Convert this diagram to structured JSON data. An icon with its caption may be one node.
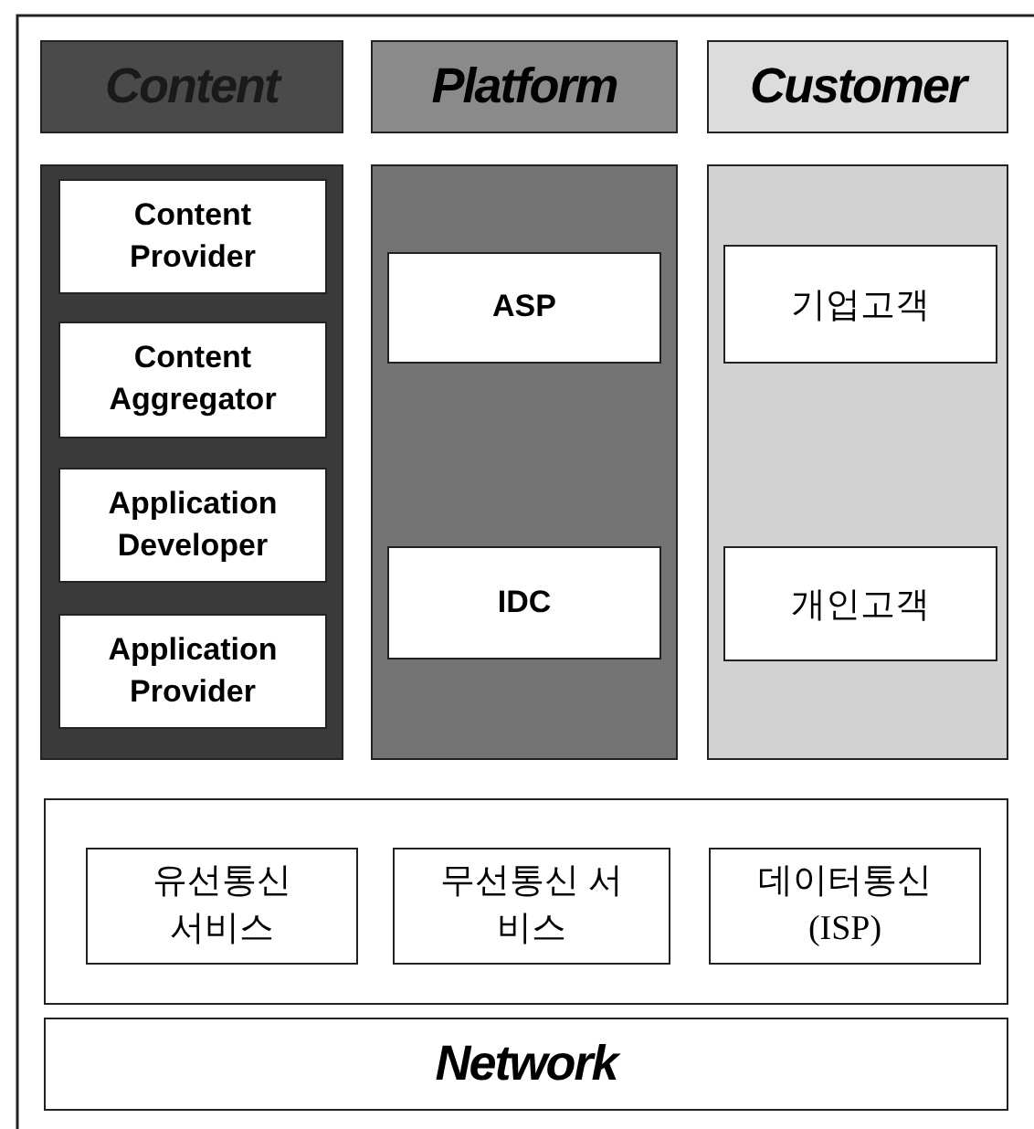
{
  "diagram": {
    "nodes": [
      {
        "text": [
          "Content"
        ]
      },
      {
        "text": [
          "Platform"
        ]
      },
      {
        "text": [
          "Customer"
        ]
      },
      {
        "text": [],
        "shape": "box"
      },
      {
        "text": [
          "Content Provider"
        ],
        "in": 3
      },
      {
        "text": [
          "Content Aggregator"
        ],
        "in": 3
      },
      {
        "text": [
          "Application Developer"
        ],
        "in": 3
      },
      {
        "text": [
          "Application Provider"
        ],
        "in": 3
      },
      {
        "text": [],
        "shape": "box"
      },
      {
        "text": [
          "ASP"
        ],
        "in": 8
      },
      {
        "text": [
          "IDC"
        ],
        "in": 8
      },
      {
        "text": [],
        "shape": "box"
      },
      {
        "text": [
          "기업고객"
        ],
        "in": 11
      },
      {
        "text": [
          "개인고객"
        ],
        "in": 11
      },
      {
        "text": [],
        "shape": "box"
      },
      {
        "text": [
          "유선통신 서비스"
        ],
        "in": 14
      },
      {
        "text": [
          "무선통신 서비스"
        ],
        "in": 14
      },
      {
        "text": [
          "데이터통신 (ISP)"
        ],
        "in": 14
      },
      {
        "text": [
          "Network"
        ]
      }
    ]
  }
}
